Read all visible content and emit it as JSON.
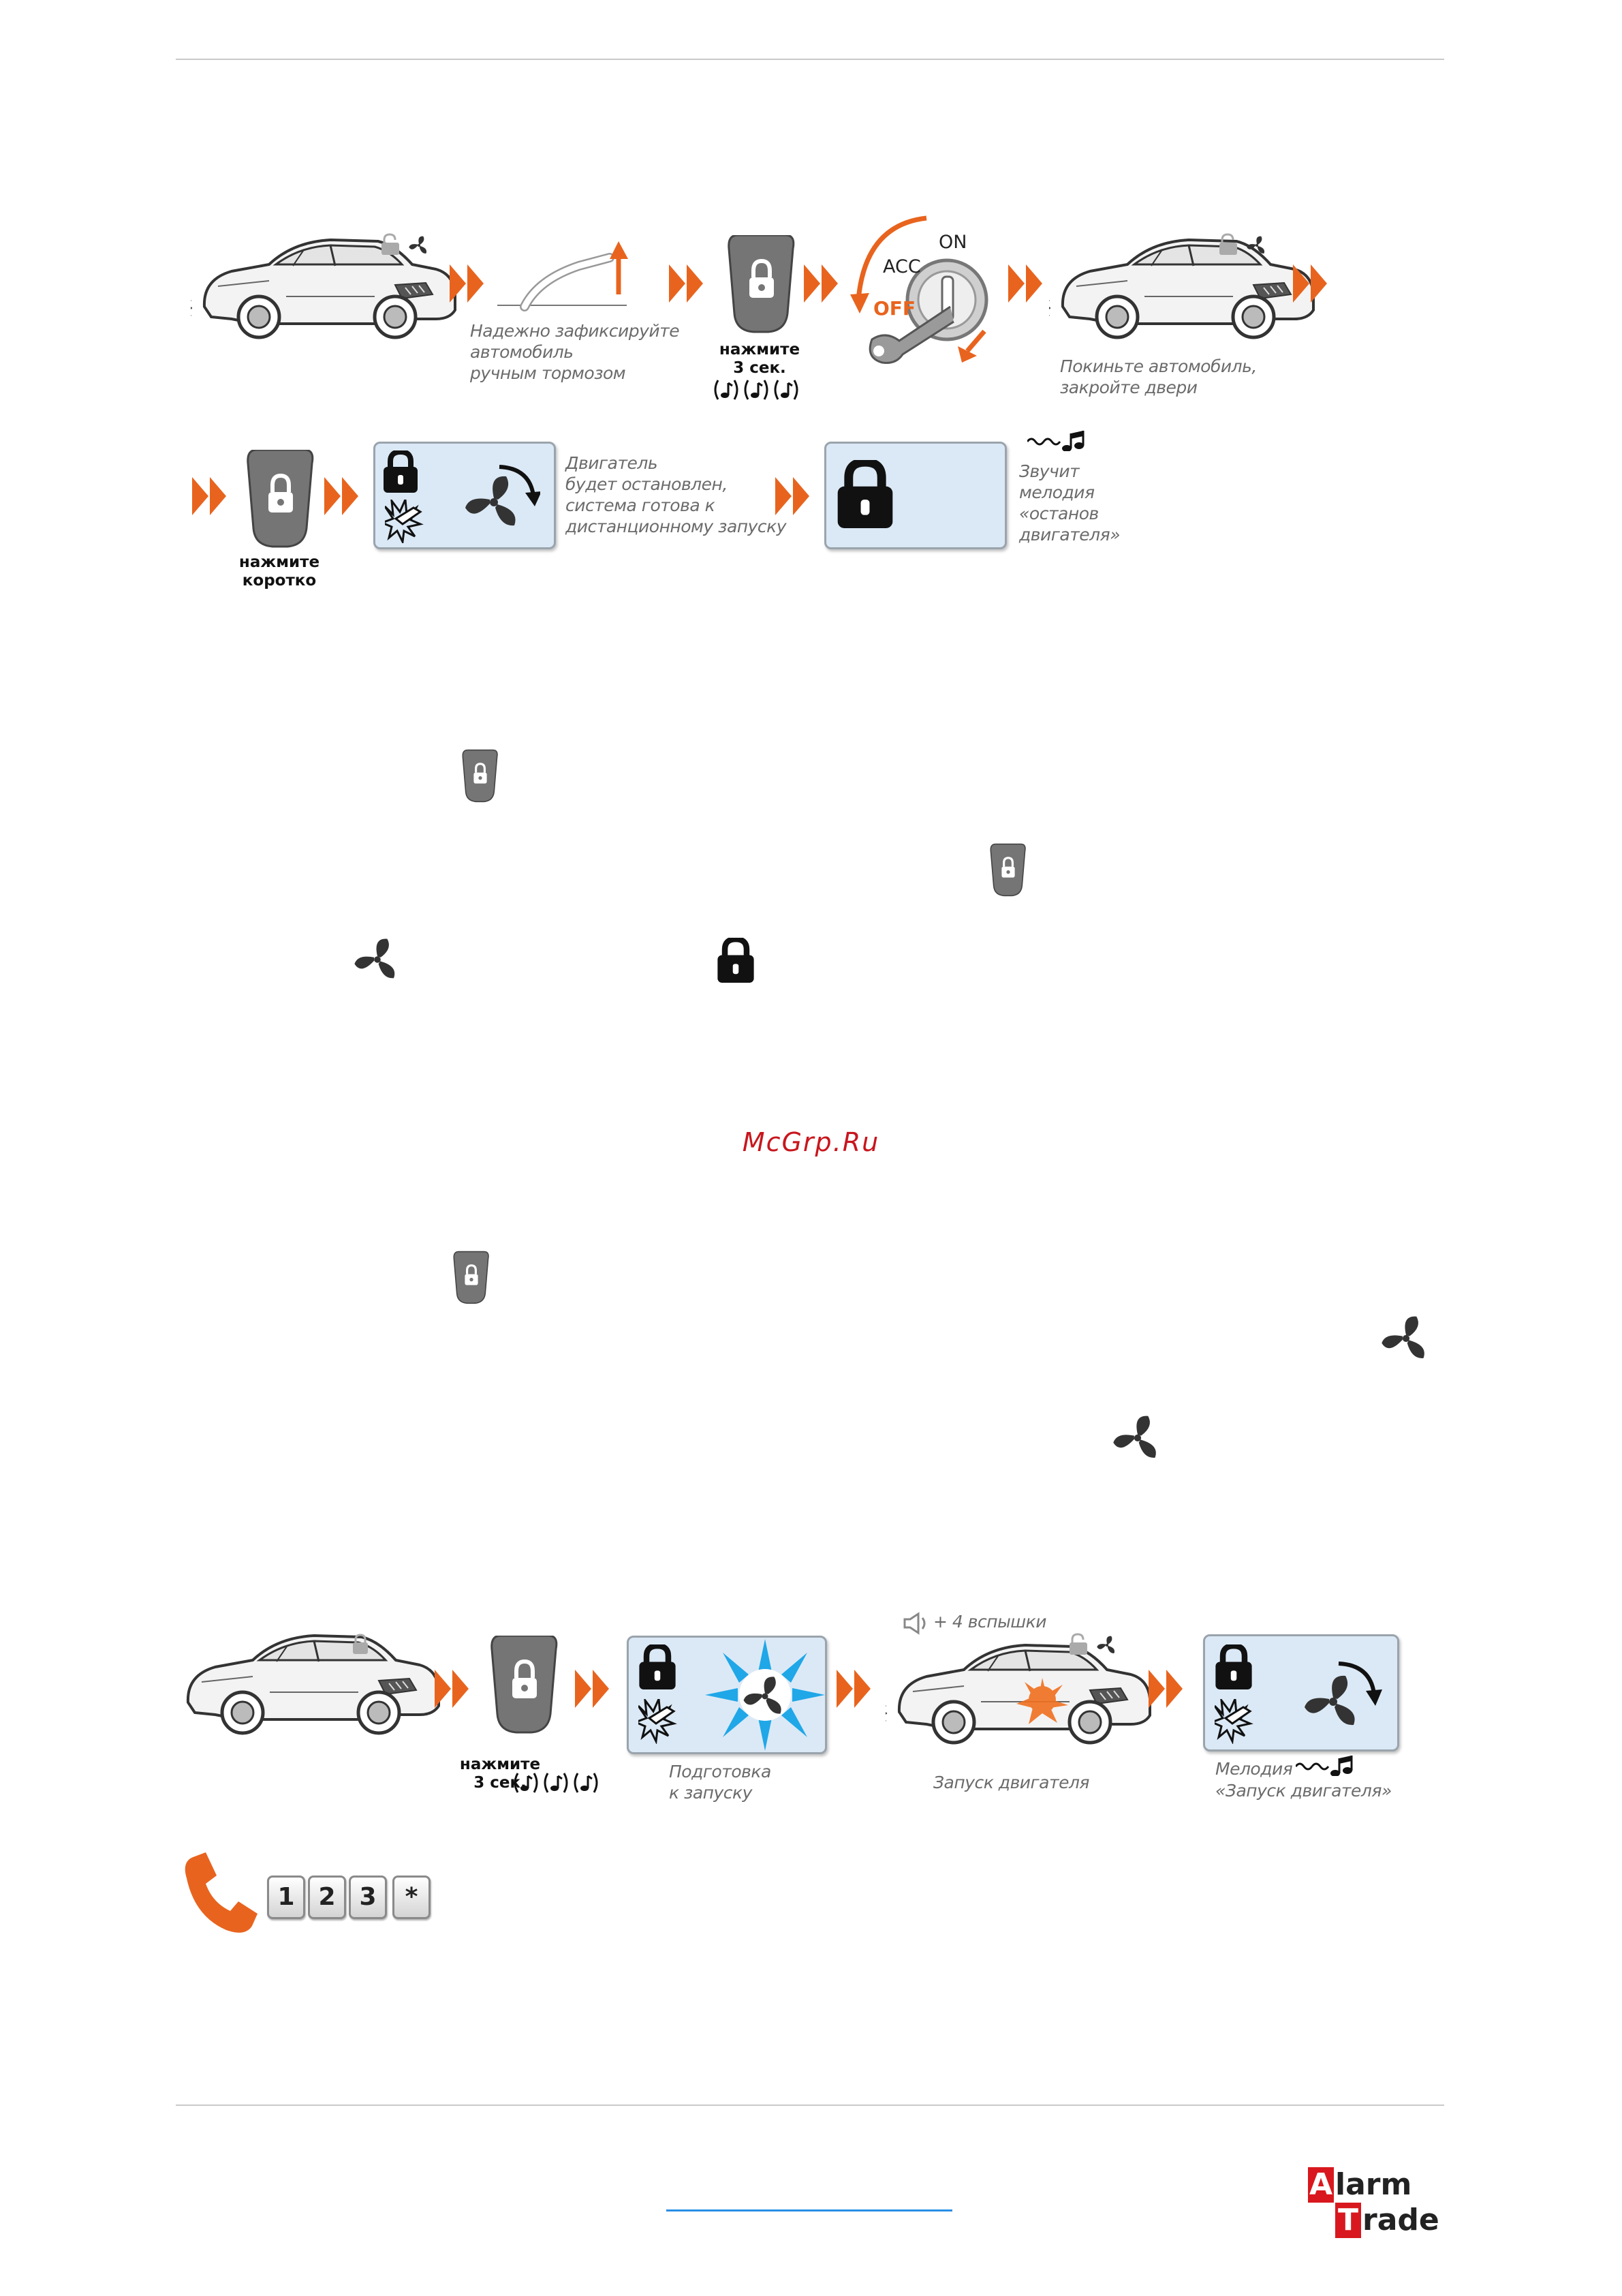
{
  "step1": {
    "caption_handbrake": [
      "Надежно зафиксируйте",
      "автомобиль",
      "ручным тормозом"
    ],
    "press_long": [
      "нажмите",
      "3 сек."
    ],
    "ignition": {
      "on": "ON",
      "acc": "ACC",
      "off": "OFF"
    },
    "caption_leave": [
      "Покиньте автомобиль,",
      "закройте двери"
    ],
    "press_short": [
      "нажмите",
      "коротко"
    ],
    "caption_stopped": [
      "Двигатель",
      "будет остановлен,",
      "система готова к",
      "дистанционному запуску"
    ],
    "caption_melody": [
      "Звучит",
      "мелодия",
      "«останов",
      "двигателя»"
    ]
  },
  "watermark": "McGrp.Ru",
  "step2": {
    "flashes": "+ 4 вспышки",
    "press_long": [
      "нажмите",
      "3 сек."
    ],
    "caption_prepare": [
      "Подготовка",
      "к запуску"
    ],
    "caption_start": "Запуск двигателя",
    "caption_melody": [
      "Мелодия",
      "«Запуск двигателя»"
    ]
  },
  "keypad": [
    "1",
    "2",
    "3",
    "*"
  ],
  "logo": {
    "line1": "larm",
    "letter1": "A",
    "line2": "rade",
    "letter2": "T"
  },
  "colors": {
    "accent": "#e8641e",
    "panel": "#dbe9f6",
    "brand": "#d8181e",
    "link": "#2a8ee6"
  }
}
